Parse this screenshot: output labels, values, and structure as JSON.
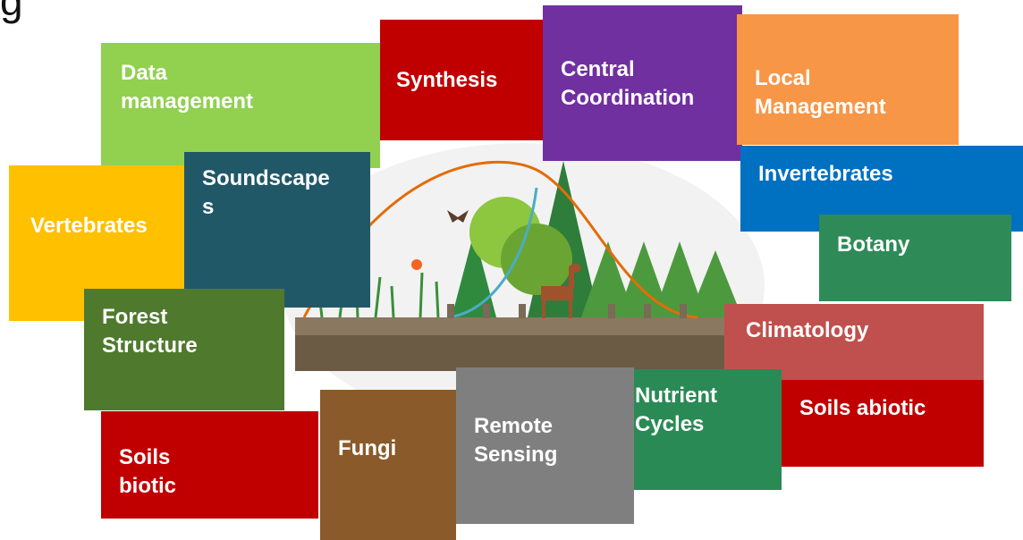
{
  "title": "g",
  "boxes": {
    "data_management": "Data\nmanagement",
    "synthesis": "Synthesis",
    "central_coordination": "Central\nCoordination",
    "local_management": "Local\nManagement",
    "invertebrates": "Invertebrates",
    "botany": "Botany",
    "vertebrates": "Vertebrates",
    "soundscapes": "Soundscape\ns",
    "forest_structure": "Forest\nStructure",
    "climatology": "Climatology",
    "nutrient_cycles": "Nutrient\nCycles",
    "soils_abiotic": "Soils abiotic",
    "soils_biotic": "Soils\nbiotic",
    "fungi": "Fungi",
    "remote_sensing": "Remote\nSensing"
  },
  "colors": {
    "data_management": "#92d050",
    "synthesis": "#c00000",
    "central_coordination": "#7030a0",
    "local_management": "#f79646",
    "invertebrates": "#0070c0",
    "botany": "#2e8b57",
    "vertebrates": "#ffc000",
    "soundscapes": "#215868",
    "forest_structure": "#4f7a2e",
    "climatology": "#c0504d",
    "nutrient_cycles": "#2a8a55",
    "soils_abiotic": "#c00000",
    "soils_biotic": "#c00000",
    "fungi": "#8b5a2b",
    "remote_sensing": "#7f7f7f"
  }
}
